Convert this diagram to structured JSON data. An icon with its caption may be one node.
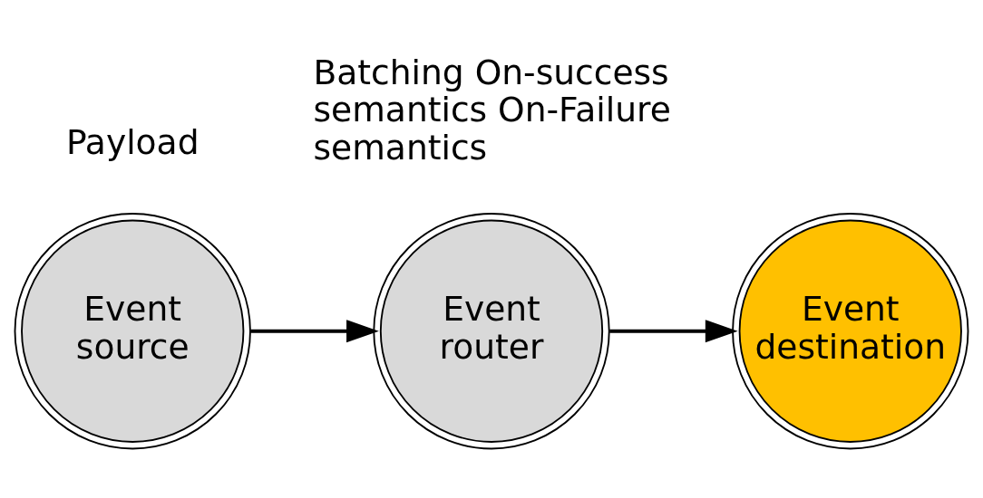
{
  "diagram": {
    "nodes": [
      {
        "text": [
          "Event source"
        ]
      },
      {
        "text": [
          "Event router"
        ]
      },
      {
        "text": [
          "Event destination"
        ]
      }
    ],
    "edges": [
      {
        "from": 0,
        "to": 1,
        "arrow": "to"
      },
      {
        "from": 1,
        "to": 2,
        "arrow": "to"
      }
    ],
    "labels": [
      "Payload",
      "Batching On-success semantics On-Failure semantics"
    ]
  }
}
